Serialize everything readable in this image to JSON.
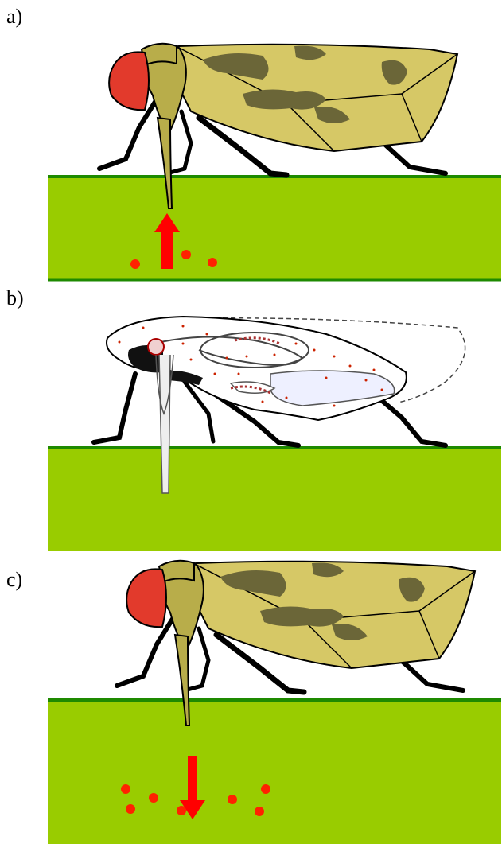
{
  "panels": [
    {
      "label": "a)",
      "view": "external",
      "arrow_direction": "up"
    },
    {
      "label": "b)",
      "view": "internal",
      "arrow_direction": "none"
    },
    {
      "label": "c)",
      "view": "external",
      "arrow_direction": "down"
    }
  ],
  "colors": {
    "ground": "#99cc00",
    "ground_line": "#1e8a00",
    "body": "#d6c866",
    "body_dark": "#b8ad4a",
    "wing_spot": "#6b6638",
    "eye": "#e23a2c",
    "arrow": "#ff0000",
    "particle": "#ff2200",
    "outline": "#000000"
  }
}
